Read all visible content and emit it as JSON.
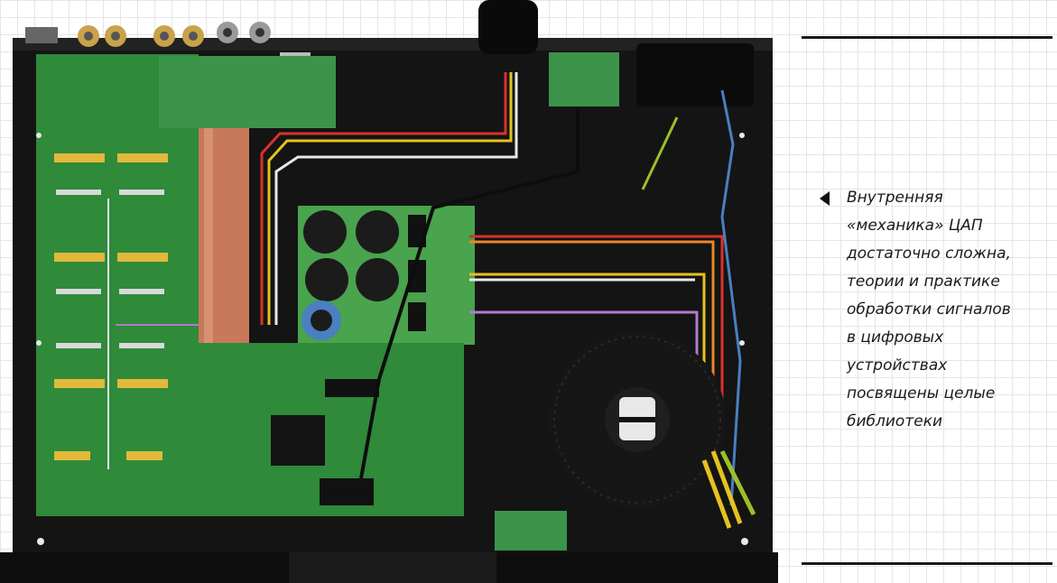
{
  "photo": {
    "subject": "DAC interior top view",
    "colors": {
      "chassis": "#141414",
      "pcb": "#2f8a3a",
      "pcb_light": "#4aa34d",
      "copper": "#c8795a",
      "capacitor": "#1b1b1b",
      "transformer": "#161616",
      "wire_red": "#d8322a",
      "wire_yellow": "#e6c21f",
      "wire_orange": "#e8882a",
      "wire_purple": "#b27acb",
      "wire_white": "#e8e8e8"
    }
  },
  "caption": {
    "lines": [
      "Внутренняя",
      "«механика» ЦАП",
      "достаточно сложна,",
      "теории и практике",
      "обработки сигналов",
      "в цифровых",
      "устройствах",
      "посвящены целые",
      "библиотеки"
    ]
  }
}
